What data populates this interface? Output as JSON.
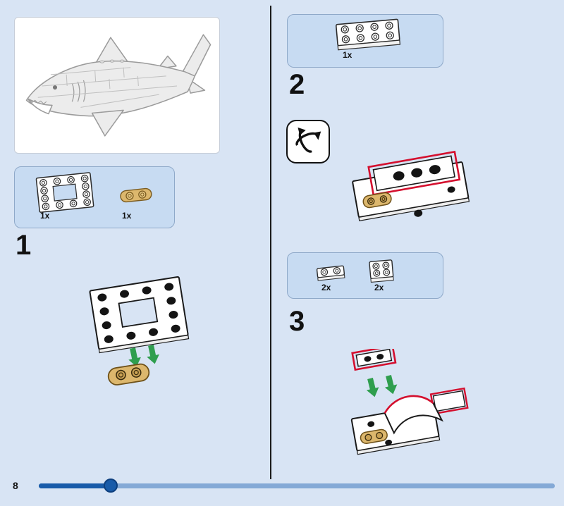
{
  "steps": {
    "step1": {
      "number": "1",
      "part_counts": [
        "1x",
        "1x"
      ]
    },
    "step2": {
      "number": "2",
      "part_counts": [
        "1x"
      ]
    },
    "step3": {
      "number": "3",
      "part_counts": [
        "2x",
        "2x"
      ]
    }
  },
  "footer": {
    "page_number": "8"
  },
  "progress": {
    "fraction": 0.14
  },
  "images": {
    "preview": "lego-shark-model",
    "rotate_icon": "rotate-model-icon",
    "step1_parts": [
      "white-frame-plate-4x4",
      "tan-oval-plate-1x2"
    ],
    "step2_parts": [
      "white-plate-2x4"
    ],
    "step3_parts": [
      "white-plate-1x2",
      "white-plate-2x2"
    ]
  },
  "colors": {
    "background": "#d8e4f4",
    "panel_fill": "#c7dbf2",
    "panel_border": "#8fa9c9",
    "highlight_red": "#d40f2e",
    "arrow_green": "#2f9e4e",
    "piece_tan": "#dcb76d",
    "progress_fill": "#185ba9",
    "progress_track": "#84a9d6"
  }
}
